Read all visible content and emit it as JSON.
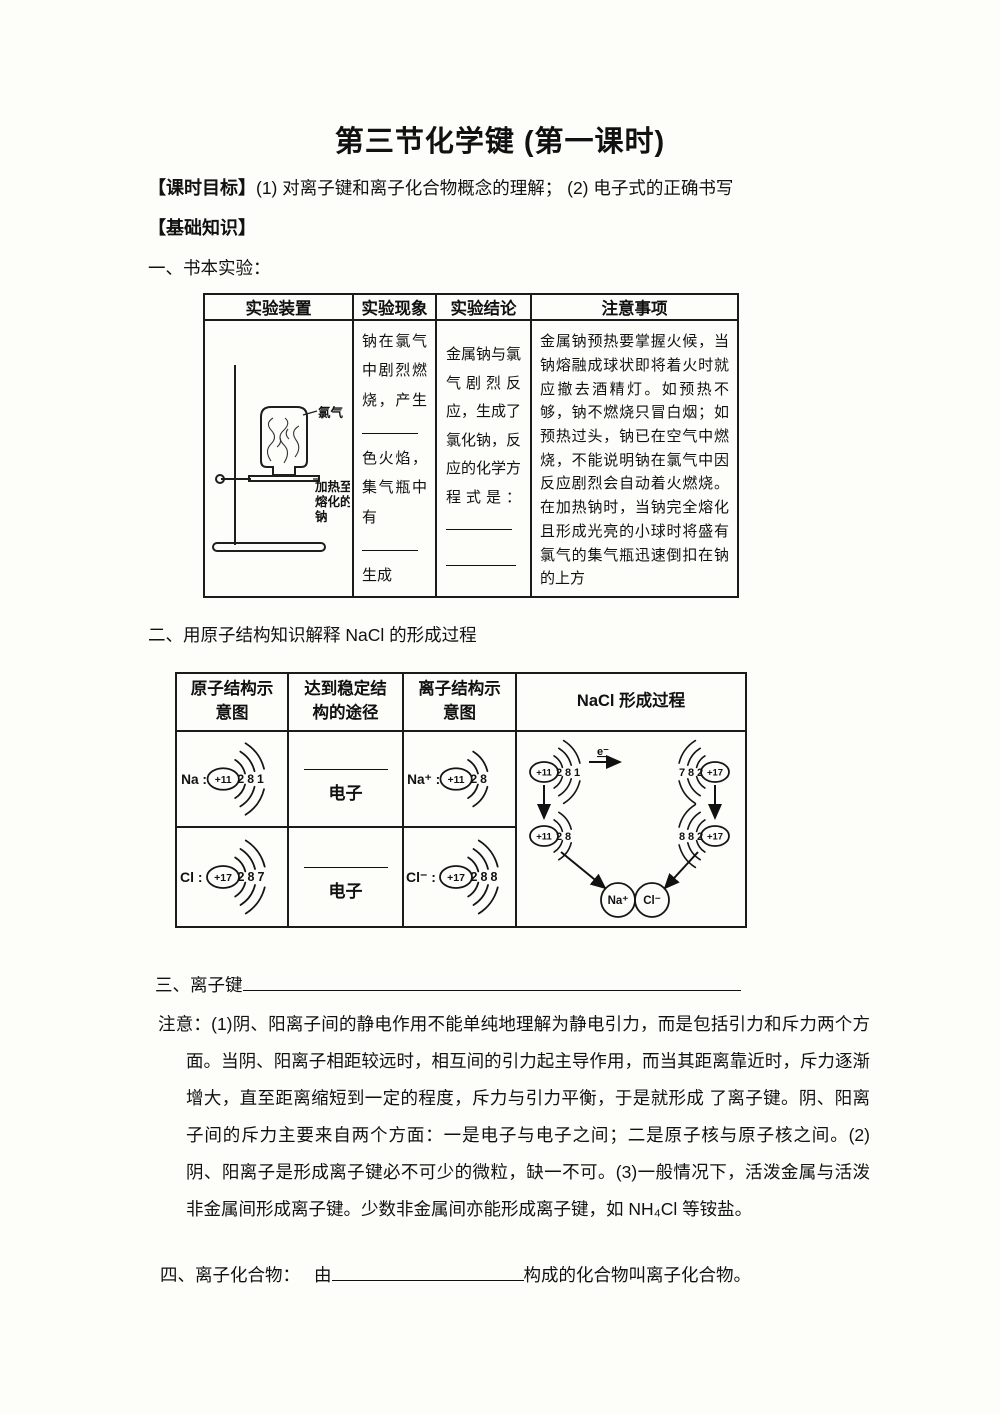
{
  "document": {
    "title": "第三节化学键 (第一课时)",
    "objectives": {
      "label": "【课时目标】",
      "text": "(1) 对离子键和离子化合物概念的理解；  (2) 电子式的正确书写"
    },
    "basics_label": "【基础知识】",
    "sections": {
      "one": "一、书本实验：",
      "two": "二、用原子结构知识解释 NaCl 的形成过程",
      "three": "三、离子键",
      "four_label": "四、离子化合物：",
      "four_pre": "由",
      "four_post": "构成的化合物叫离子化合物。"
    },
    "note": {
      "label": "注意：",
      "text": "(1)阴、阳离子间的静电作用不能单纯地理解为静电引力，而是包括引力和斥力两个方面。当阴、阳离子相距较远时，相互间的引力起主导作用，而当其距离靠近时，斥力逐渐增大，直至距离缩短到一定的程度，斥力与引力平衡，于是就形成 了离子键。阴、阳离子间的斥力主要来自两个方面：一是电子与电子之间；二是原子核与原子核之间。(2)阴、阳离子是形成离子键必不可少的微粒，缺一不可。(3)一般情况下，活泼金属与活泼非金属间形成离子键。少数非金属间亦能形成离子键，如 NH₄Cl 等铵盐。"
    }
  },
  "experiment_table": {
    "headers": [
      "实验装置",
      "实验现象",
      "实验结论",
      "注意事项"
    ],
    "apparatus": {
      "gas_label": "氯气",
      "sodium_label": [
        "加热至",
        "熔化的",
        "钠"
      ]
    },
    "phenomenon": {
      "p1": "钠在氯气中剧烈燃烧，产生",
      "p2": "色火焰，集气瓶中有",
      "p3": "生成"
    },
    "conclusion": {
      "text": "金属钠与氯气剧烈反应，生成了氯化钠，反应的化学方程式是："
    },
    "notes": "金属钠预热要掌握火候，当钠熔融成球状即将着火时就应撤去酒精灯。如预热不够，钠不燃烧只冒白烟；如预热过头，钠已在空气中燃烧，不能说明钠在氯气中因反应剧烈会自动着火燃烧。在加热钠时，当钠完全熔化且形成光亮的小球时将盛有氯气的集气瓶迅速倒扣在钠的上方"
  },
  "nacl_table": {
    "headers": [
      "原子结构示意图",
      "达到稳定结构的途径",
      "离子结构示意图",
      "NaCl 形成过程"
    ],
    "na_row": {
      "atom_label": "Na :",
      "nucleus": "+11",
      "shells": [
        "2",
        "8",
        "1"
      ],
      "path_label": "电子",
      "ion_label": "Na⁺ :",
      "ion_nucleus": "+11",
      "ion_shells": [
        "2",
        "8"
      ]
    },
    "cl_row": {
      "atom_label": "Cl :",
      "nucleus": "+17",
      "shells": [
        "2",
        "8",
        "7"
      ],
      "path_label": "电子",
      "ion_label": "Cl⁻ :",
      "ion_nucleus": "+17",
      "ion_shells": [
        "2",
        "8",
        "8"
      ]
    },
    "process": {
      "electron": "e⁻",
      "na_atom": {
        "nucleus": "+11",
        "shells": [
          "2",
          "8",
          "1"
        ]
      },
      "cl_atom": {
        "nucleus": "+17",
        "shells": [
          "7",
          "8",
          "2"
        ]
      },
      "na_ion": {
        "nucleus": "+11",
        "shells": [
          "2",
          "8"
        ]
      },
      "cl_ion": {
        "nucleus": "+17",
        "shells": [
          "8",
          "8",
          "2"
        ]
      },
      "na_symbol": "Na⁺",
      "cl_symbol": "Cl⁻"
    }
  }
}
